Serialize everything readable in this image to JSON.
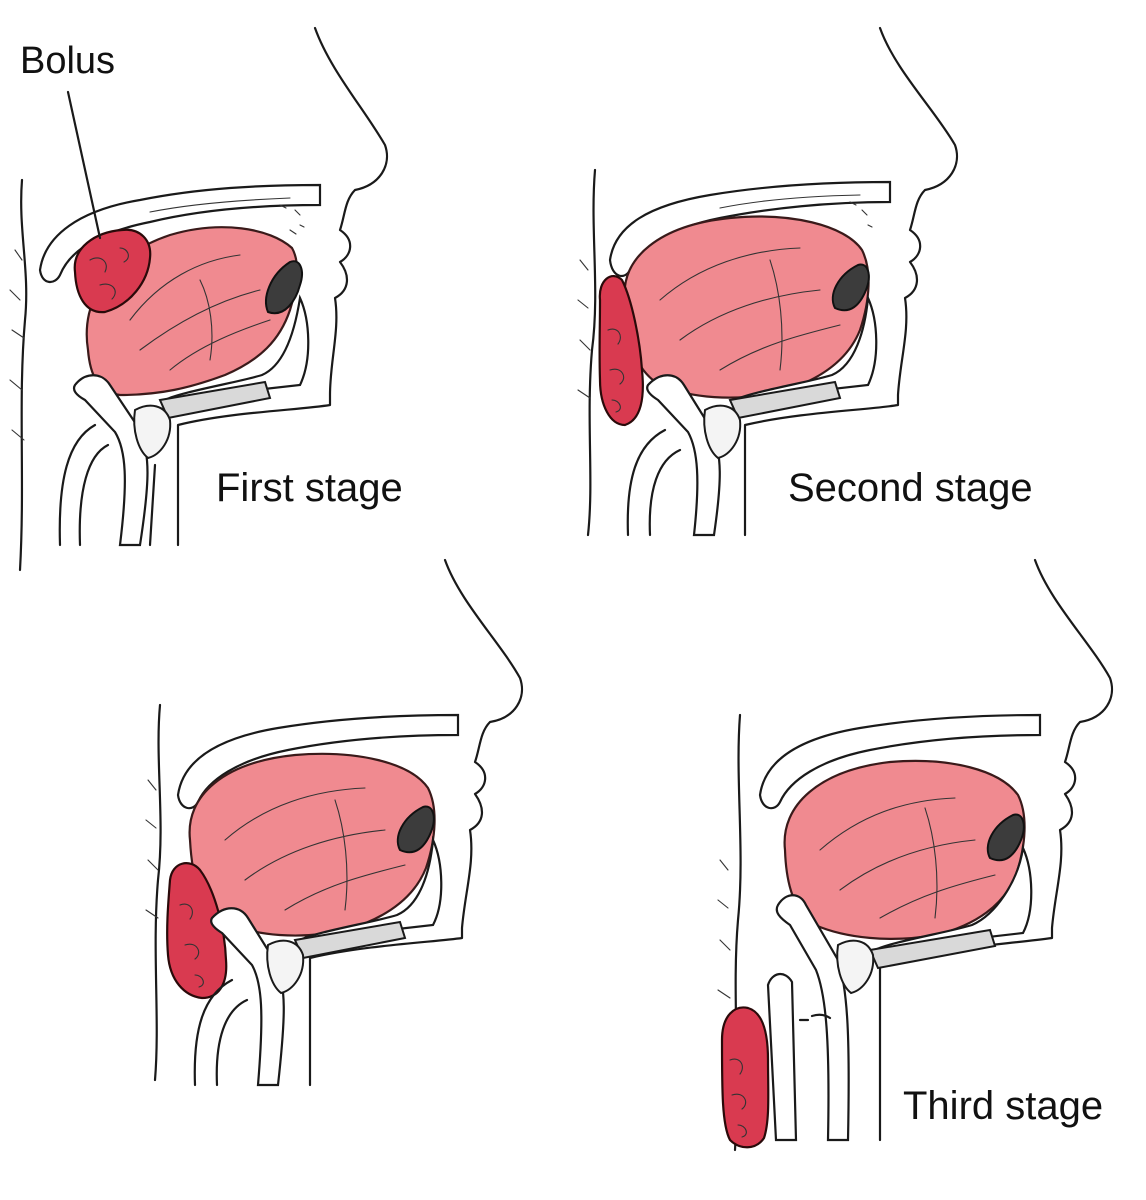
{
  "labels": {
    "bolus": "Bolus",
    "first_stage": "First stage",
    "second_stage": "Second stage",
    "third_stage": "Third stage"
  },
  "colors": {
    "tongue": "#f08a90",
    "bolus": "#d93a50",
    "outline": "#1a1a1a",
    "background": "#ffffff"
  }
}
